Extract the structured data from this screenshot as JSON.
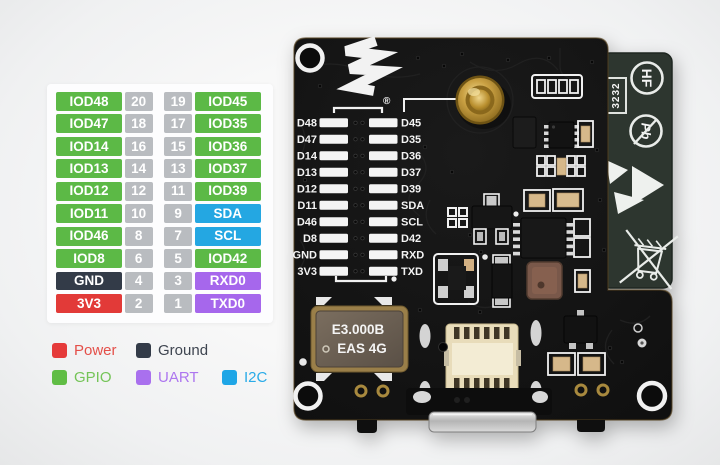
{
  "table": {
    "rows": [
      {
        "left_label": "IOD48",
        "left_num": "20",
        "right_num": "19",
        "right_label": "IOD45"
      },
      {
        "left_label": "IOD47",
        "left_num": "18",
        "right_num": "17",
        "right_label": "IOD35"
      },
      {
        "left_label": "IOD14",
        "left_num": "16",
        "right_num": "15",
        "right_label": "IOD36"
      },
      {
        "left_label": "IOD13",
        "left_num": "14",
        "right_num": "13",
        "right_label": "IOD37"
      },
      {
        "left_label": "IOD12",
        "left_num": "12",
        "right_num": "11",
        "right_label": "IOD39"
      },
      {
        "left_label": "IOD11",
        "left_num": "10",
        "right_num": "9",
        "right_label": "SDA"
      },
      {
        "left_label": "IOD46",
        "left_num": "8",
        "right_num": "7",
        "right_label": "SCL"
      },
      {
        "left_label": "IOD8",
        "left_num": "6",
        "right_num": "5",
        "right_label": "IOD42"
      },
      {
        "left_label": "GND",
        "left_num": "4",
        "right_num": "3",
        "right_label": "RXD0"
      },
      {
        "left_label": "3V3",
        "left_num": "2",
        "right_num": "1",
        "right_label": "TXD0"
      }
    ]
  },
  "legend": {
    "power": "Power",
    "ground": "Ground",
    "gpio": "GPIO",
    "uart": "UART",
    "i2c": "I2C"
  },
  "colors": {
    "power": "#e23a38",
    "ground": "#333b48",
    "gpio": "#5cb946",
    "uart": "#a667ec",
    "i2c": "#24a7e2",
    "number_gray": "#b9bcc0",
    "board_black": "#141414",
    "antenna_board": "#2d362f",
    "gold": "#caa143"
  },
  "pcb": {
    "left_pins": [
      "D48",
      "D47",
      "D14",
      "D13",
      "D12",
      "D11",
      "D46",
      "D8",
      "GND",
      "3V3"
    ],
    "right_pins": [
      "D45",
      "D35",
      "D36",
      "D37",
      "D39",
      "SDA",
      "SCL",
      "D42",
      "RXD",
      "TXD"
    ],
    "crystal": {
      "line1": "E3.000B",
      "line2": "EAS 4G"
    },
    "marks": {
      "hf": "HF",
      "pb": "Pb",
      "batch": "3232",
      "registered": "®"
    }
  }
}
